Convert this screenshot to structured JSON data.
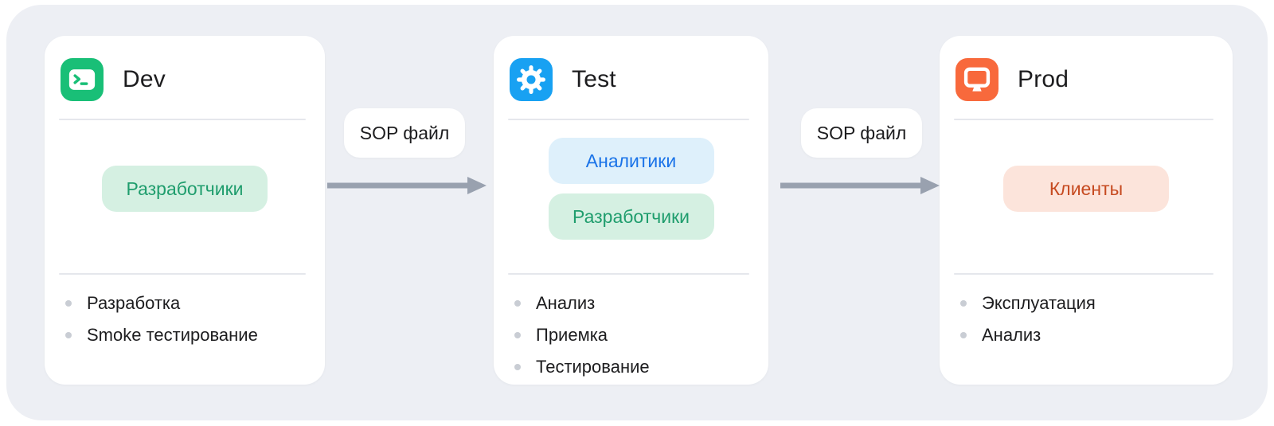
{
  "colors": {
    "page_bg": "#ffffff",
    "panel_bg": "#edeff4",
    "card_bg": "#ffffff",
    "divider": "#e5e7ec",
    "text": "#1d1d1f",
    "bullet": "#c9cdd4",
    "arrow": "#99a1af",
    "dev_icon": "#19bf77",
    "test_icon": "#18a1f2",
    "prod_icon": "#f8693c"
  },
  "stages": [
    {
      "title": "Dev",
      "icon": "terminal-icon",
      "badges": [
        {
          "label": "Разработчики",
          "bg": "#d5f0e2",
          "color": "#1f9d6d"
        }
      ],
      "tasks": [
        "Разработка",
        "Smoke тестирование"
      ]
    },
    {
      "title": "Test",
      "icon": "gear-icon",
      "badges": [
        {
          "label": "Аналитики",
          "bg": "#def0fb",
          "color": "#1a73e8"
        },
        {
          "label": "Разработчики",
          "bg": "#d5f0e2",
          "color": "#1f9d6d"
        }
      ],
      "tasks": [
        "Анализ",
        "Приемка",
        "Тестирование"
      ]
    },
    {
      "title": "Prod",
      "icon": "monitor-icon",
      "badges": [
        {
          "label": "Клиенты",
          "bg": "#fce4db",
          "color": "#c64a20"
        }
      ],
      "tasks": [
        "Эксплуатация",
        "Анализ"
      ]
    }
  ],
  "flows": [
    {
      "label": "SOP файл"
    },
    {
      "label": "SOP файл"
    }
  ]
}
